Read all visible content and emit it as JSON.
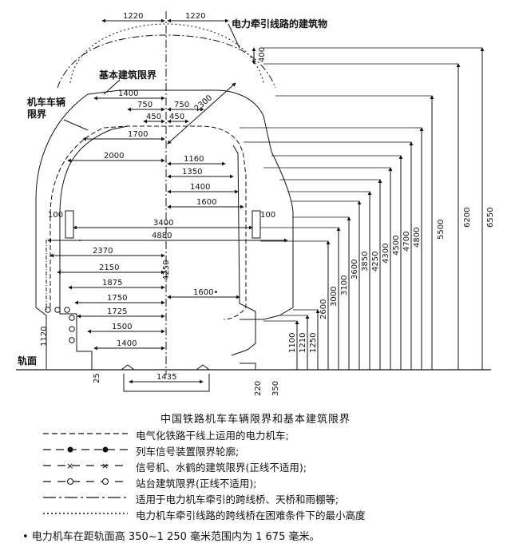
{
  "labels": {
    "building_label": "电力牵引线路的建筑物",
    "basic_limit": "基本建筑限界",
    "loco_limit": "机车车辆限界",
    "rail_surface": "轨面"
  },
  "dims": {
    "top": [
      "1220",
      "1220",
      "400"
    ],
    "horizontal": [
      "1400",
      "750",
      "750",
      "450",
      "450",
      "1700",
      "2000",
      "1160",
      "1350",
      "1400",
      "1600",
      "100",
      "100",
      "3400",
      "4880",
      "2370",
      "2150",
      "1875",
      "1750",
      "1725",
      "1500",
      "1400",
      "1600•",
      "1435",
      "2300"
    ],
    "vertical_left": [
      "4250",
      "1120",
      "25"
    ],
    "vertical_right": [
      "1100",
      "1210",
      "1250",
      "2600",
      "3000",
      "3100",
      "3600",
      "3850",
      "4250",
      "4300",
      "4500",
      "4700",
      "4800",
      "5500",
      "6200",
      "6550"
    ],
    "bottom": [
      "220",
      "350"
    ]
  },
  "legend": {
    "title": "中国铁路机车车辆限界和基本建筑限界",
    "items": [
      {
        "style": "dashed",
        "text": "电气化铁路干线上运用的电力机车;"
      },
      {
        "style": "dash-dot-filled",
        "text": "列车信号装置限界轮廓;"
      },
      {
        "style": "dash-x",
        "text": "信号机、水鹤的建筑限界(正线不适用);"
      },
      {
        "style": "dash-circle",
        "text": "站台建筑限界(正线不适用);"
      },
      {
        "style": "dash-dot",
        "text": "适用于电力机车牵引的跨线桥、天桥和雨棚等;"
      },
      {
        "style": "dotted",
        "text": "电力机车牵引线路的跨线桥在困难条件下的最小高度"
      }
    ]
  },
  "footnote": "• 电力机车在距轨面高 350~1 250 毫米范围内为 1 675 毫米。"
}
